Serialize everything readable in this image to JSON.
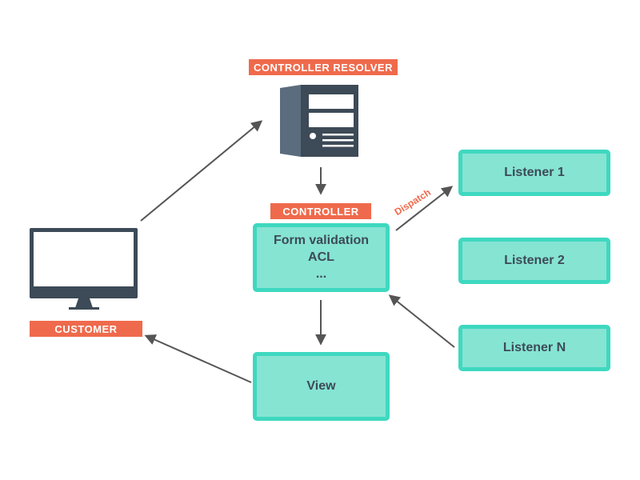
{
  "labels": {
    "controller_resolver": "CONTROLLER RESOLVER",
    "controller": "CONTROLLER",
    "customer": "CUSTOMER",
    "dispatch": "Dispatch"
  },
  "controller_box": {
    "lines": [
      "Form validation",
      "ACL",
      "..."
    ]
  },
  "view_box": {
    "label": "View"
  },
  "listeners": [
    {
      "label": "Listener 1"
    },
    {
      "label": "Listener 2"
    },
    {
      "label": "Listener N"
    }
  ],
  "colors": {
    "accent": "#ef6a4c",
    "box_fill": "#86e4d3",
    "box_border": "#3fd8c0",
    "dark": "#3d4a57",
    "arrow": "#555555"
  },
  "icons": {
    "server": "server-icon",
    "monitor": "monitor-icon"
  }
}
